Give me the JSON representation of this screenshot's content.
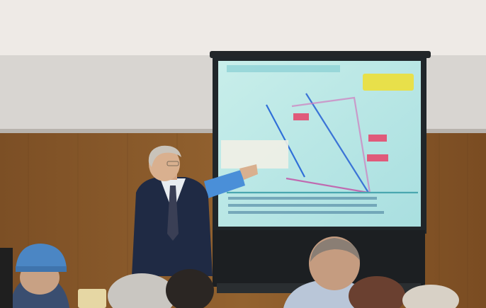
{
  "scene": {
    "description_visible_text": [],
    "colors": {
      "ceiling": "#eeeae6",
      "upper_wall": "#d9d6d2",
      "wood_panel": "#8a5a2c",
      "wood_dark": "#6e4520",
      "screen_case": "#1f2326",
      "projection": "#bfe8e6",
      "suit": "#1f2a44",
      "hair": "#c9c3ba",
      "skin": "#d9b08f",
      "cap": "#4b86c4",
      "sleeve_blue": "#4a8fd8"
    },
    "icons": [
      "projector-screen",
      "presenter",
      "audience"
    ]
  }
}
